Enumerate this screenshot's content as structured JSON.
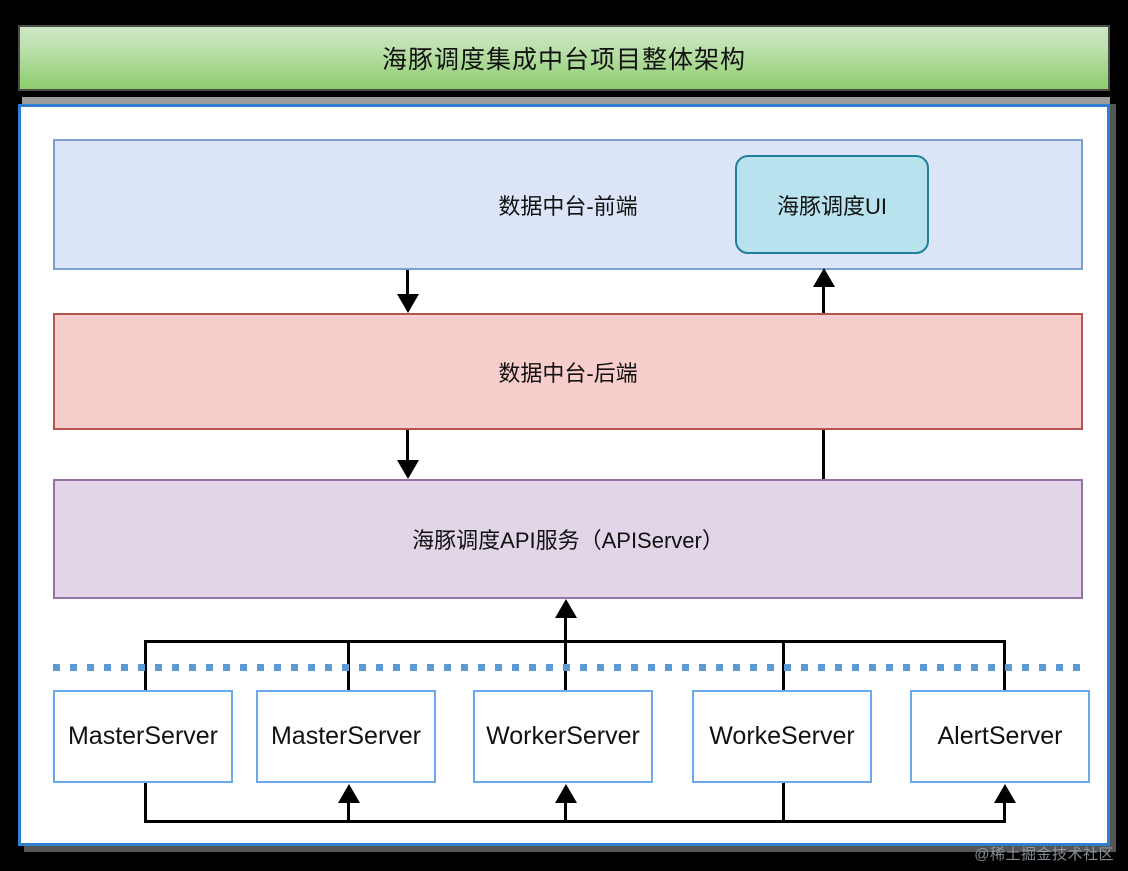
{
  "title": {
    "text": "海豚调度集成中台项目整体架构"
  },
  "layers": {
    "frontend": {
      "label": "数据中台-前端"
    },
    "ui_module": {
      "label": "海豚调度UI"
    },
    "backend": {
      "label": "数据中台-后端"
    },
    "api": {
      "label": "海豚调度API服务（APIServer）"
    }
  },
  "servers": [
    {
      "label": "MasterServer"
    },
    {
      "label": "MasterServer"
    },
    {
      "label": "WorkerServer"
    },
    {
      "label": "WorkeServer"
    },
    {
      "label": "AlertServer"
    }
  ],
  "watermark": {
    "text": "@稀土掘金技术社区"
  },
  "colors": {
    "title_gradient_top": "#cfe8c6",
    "title_gradient_bottom": "#8ecd6f",
    "title_border": "#4d4d4d",
    "panel_border": "#2f7fd0",
    "frontend_fill": "#dbe5f7",
    "frontend_border": "#7c9fd0",
    "ui_fill": "#b7e2ee",
    "ui_border": "#1f7f9c",
    "backend_fill": "#f8cecc",
    "backend_border": "#b85450",
    "api_fill": "#e1d5e7",
    "api_border": "#9673a6",
    "server_border": "#6aa9ee",
    "dotted_line": "#5b9bd5",
    "connector": "#000000",
    "background": "#000000"
  }
}
